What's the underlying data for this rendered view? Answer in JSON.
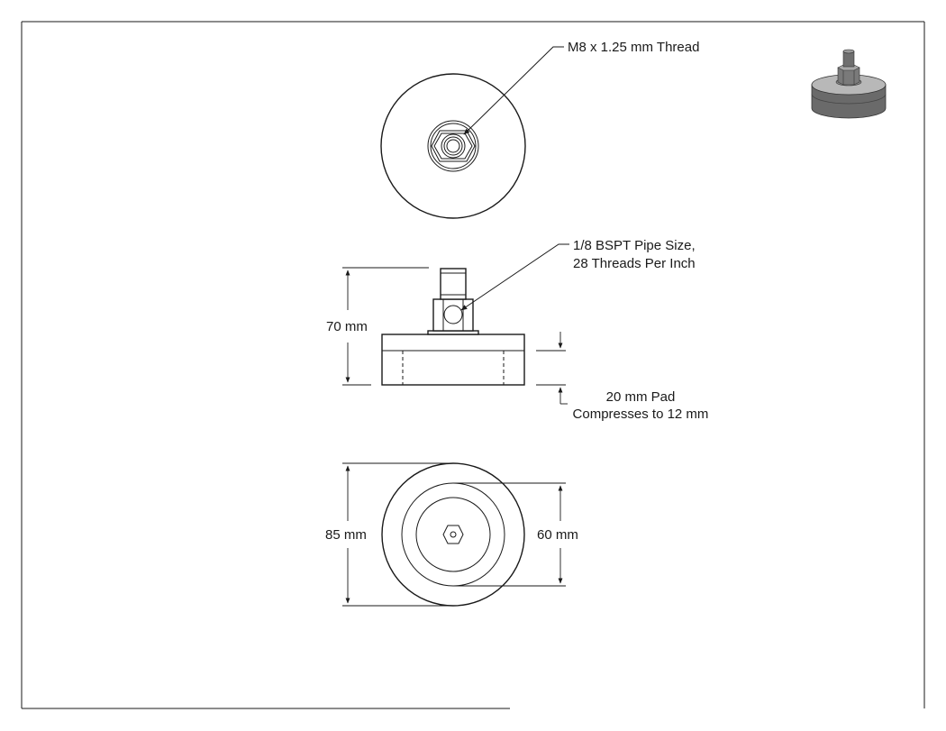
{
  "drawing": {
    "callouts": {
      "top_thread": "M8 x 1.25 mm Thread",
      "pipe_line1": "1/8 BSPT Pipe Size,",
      "pipe_line2": "28 Threads Per Inch",
      "pad_line1": "20 mm Pad",
      "pad_line2": "Compresses to 12 mm"
    },
    "dimensions": {
      "height": "70 mm",
      "outer_diameter": "85 mm",
      "inner_diameter": "60 mm"
    },
    "colors": {
      "line": "#1a1a1a",
      "iso_dark": "#5a5a5a",
      "iso_mid": "#8a8a8a",
      "iso_light": "#b8b8b8"
    },
    "icons": {
      "iso_view": "isometric-part-icon"
    }
  }
}
